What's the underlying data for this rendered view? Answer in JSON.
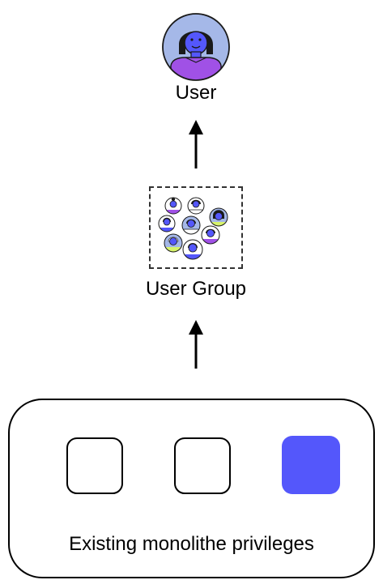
{
  "user": {
    "label": "User",
    "icon": "user-avatar-icon"
  },
  "user_group": {
    "label": "User Group",
    "icon": "user-group-icon"
  },
  "privileges": {
    "label": "Existing monolithe privileges",
    "items": [
      {
        "state": "empty"
      },
      {
        "state": "empty"
      },
      {
        "state": "filled"
      }
    ]
  },
  "colors": {
    "accent": "#5457fb",
    "avatar_bg": "#a5b8e8",
    "avatar_face": "#5457fb",
    "shirt": "#a051e6",
    "lime": "#d7f36a"
  }
}
